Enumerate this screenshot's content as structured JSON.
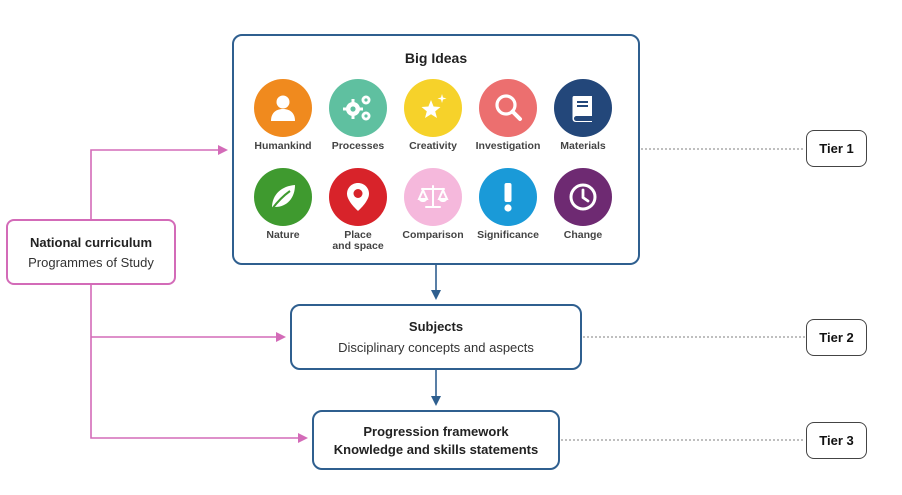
{
  "big_ideas": {
    "title": "Big Ideas",
    "items": [
      {
        "label": "Humankind",
        "icon": "person-icon",
        "color": "#f08a1e"
      },
      {
        "label": "Processes",
        "icon": "gears-icon",
        "color": "#5fc0a0"
      },
      {
        "label": "Creativity",
        "icon": "star-sparkle-icon",
        "color": "#f6d22a"
      },
      {
        "label": "Investigation",
        "icon": "magnifier-icon",
        "color": "#ec6f6f"
      },
      {
        "label": "Materials",
        "icon": "book-icon",
        "color": "#23477a"
      },
      {
        "label": "Nature",
        "icon": "leaf-icon",
        "color": "#3f9a2f"
      },
      {
        "label": "Place and space",
        "label_line1": "Place",
        "label_line2": "and space",
        "icon": "map-pin-icon",
        "color": "#d8232a"
      },
      {
        "label": "Comparison",
        "icon": "scales-icon",
        "color": "#f5b8dc"
      },
      {
        "label": "Significance",
        "icon": "exclamation-icon",
        "color": "#1a9ad8"
      },
      {
        "label": "Change",
        "icon": "clock-icon",
        "color": "#6e2a72"
      }
    ]
  },
  "national_curriculum": {
    "title": "National curriculum",
    "subtitle": "Programmes of Study"
  },
  "subjects": {
    "title": "Subjects",
    "subtitle": "Disciplinary concepts and aspects"
  },
  "progression": {
    "title": "Progression framework",
    "subtitle": "Knowledge and skills statements"
  },
  "tiers": {
    "tier1": "Tier 1",
    "tier2": "Tier 2",
    "tier3": "Tier 3"
  },
  "colors": {
    "flow_blue": "#2f5f8f",
    "curriculum_pink": "#d36bb8",
    "dotted_grey": "#999999"
  }
}
